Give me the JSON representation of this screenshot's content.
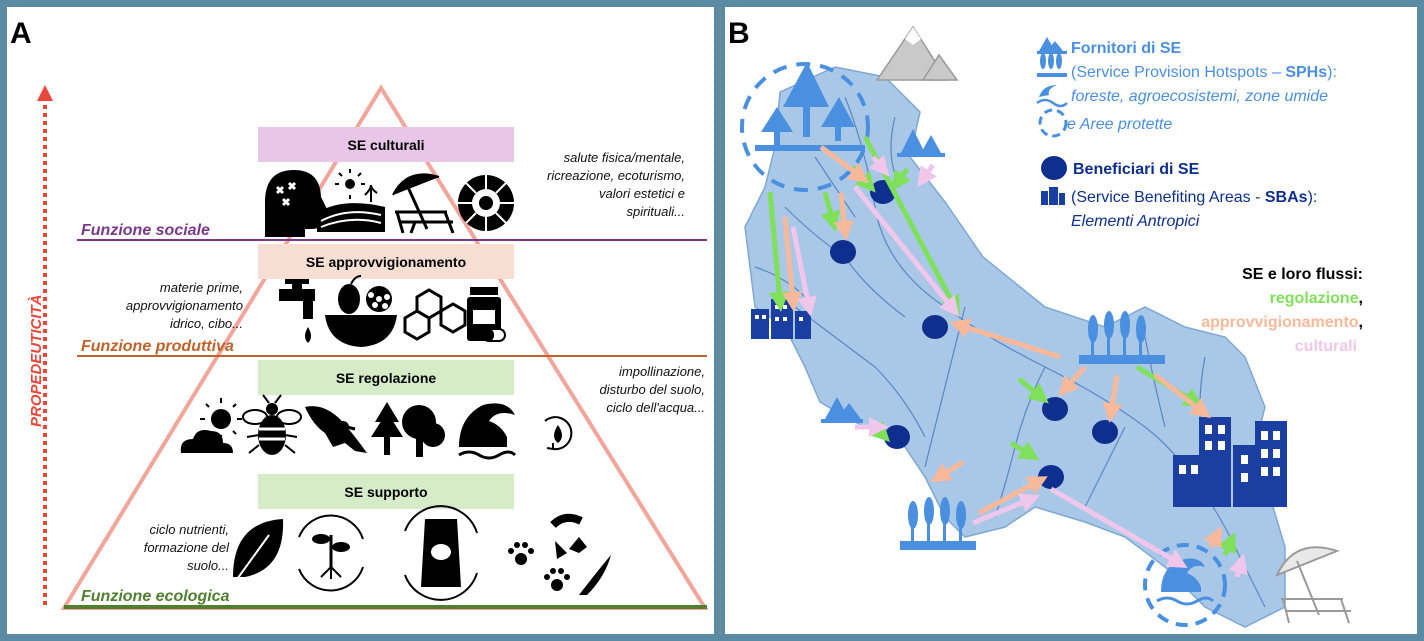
{
  "panel_a": {
    "letter": "A",
    "axis_label": "PROPEDEUTICITÀ",
    "tiers": [
      {
        "label": "SE culturali"
      },
      {
        "label": "SE approvvigionamento"
      },
      {
        "label": "SE regolazione"
      },
      {
        "label": "SE supporto"
      }
    ],
    "functions": {
      "sociale": "Funzione sociale",
      "produttiva": "Funzione produttiva",
      "ecologica": "Funzione ecologica"
    },
    "notes": {
      "culturali": [
        "salute fisica/mentale,",
        "ricreazione, ecoturismo,",
        "valori estetici e",
        "spirituali..."
      ],
      "approvvigionamento": [
        "materie prime,",
        "approvvigionamento",
        "idrico, cibo..."
      ],
      "regolazione": [
        "impollinazione,",
        "disturbo del suolo,",
        "ciclo dell'acqua..."
      ],
      "supporto": [
        "ciclo nutrienti,",
        "formazione del",
        "suolo..."
      ]
    },
    "icons": {
      "culturali": [
        "head-puzzle-icon",
        "sun-field-icon",
        "beach-umbrella-icon",
        "mandala-icon"
      ],
      "approvvigionamento": [
        "water-tap-icon",
        "fruit-bowl-icon",
        "molecule-icon",
        "medicine-bottle-icon"
      ],
      "regolazione": [
        "sun-cloud-icon",
        "bee-icon",
        "eagle-icon",
        "tree-icon",
        "wave-icon",
        "water-cycle-icon"
      ],
      "supporto": [
        "leaf-icon",
        "plant-cycle-icon",
        "soil-bag-cycle-icon",
        "animals-icon"
      ]
    },
    "colors": {
      "culturali_box": "#e8c6e8",
      "approvvigionamento_box": "#f6dfd2",
      "regolazione_box": "#d6ecc8",
      "supporto_box": "#d6ecc8",
      "sociale_line": "#7a3a8c",
      "produttiva_line": "#c0622a",
      "ecologica_line": "#4f7f2f",
      "pyramid": "#f2a59a",
      "axis": "#e8473a"
    }
  },
  "panel_b": {
    "letter": "B",
    "legend": {
      "providers_title": "Fornitori di SE",
      "providers_sub_prefix": "(Service Provision Hotspots – ",
      "providers_sub_bold": "SPHs",
      "providers_sub_suffix": "):",
      "providers_list": "foreste, agroecosistemi, zone umide",
      "protected": "e Aree protette",
      "beneficiaries_title": "Beneficiari di SE",
      "beneficiaries_sub_prefix": "(Service Benefiting Areas - ",
      "beneficiaries_sub_bold": "SBAs",
      "beneficiaries_sub_suffix": "):",
      "beneficiaries_list": "Elementi Antropici"
    },
    "flows": {
      "title": "SE e loro flussi:",
      "regolazione": "regolazione",
      "approvvigionamento": "approvvigionamento",
      "culturali": "culturali",
      "comma": ","
    },
    "icons": [
      "mountain-icon",
      "forest-icon",
      "wheat-field-icon",
      "wave-icon",
      "protected-area-icon",
      "beneficiary-dot-icon",
      "city-icon",
      "beach-umbrella-icon"
    ],
    "colors": {
      "provider": "#4a8fe0",
      "beneficiary": "#0f2f8f",
      "regolazione": "#7fe05a",
      "approvvigionamento": "#f7b99a",
      "culturali": "#f0c7ea",
      "basin": "#a9c8e8",
      "river": "#4a78b8"
    }
  }
}
